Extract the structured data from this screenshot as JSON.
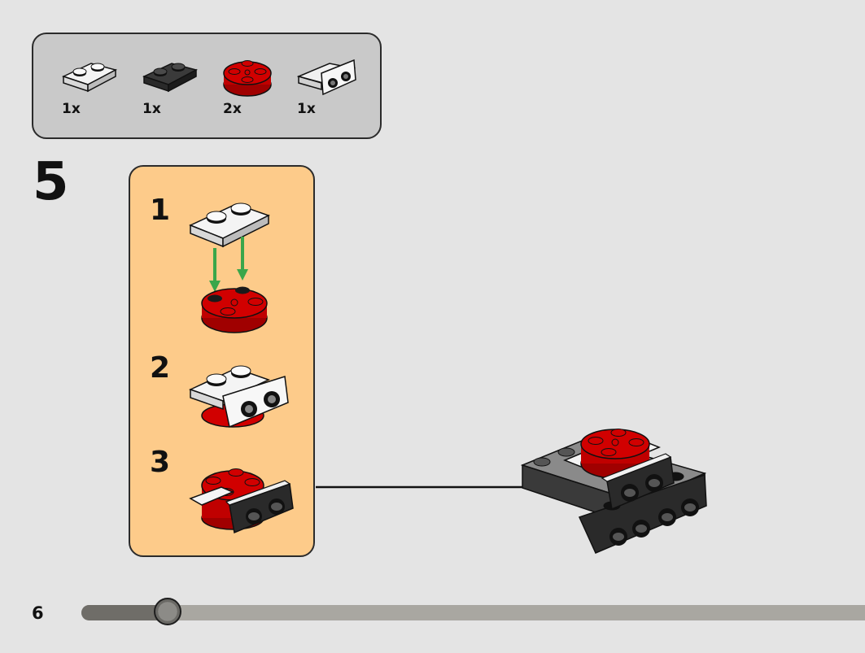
{
  "parts_list": [
    {
      "icon": "white-plate-1x2-icon",
      "qty": "1x"
    },
    {
      "icon": "black-plate-1x2-icon",
      "qty": "1x"
    },
    {
      "icon": "red-round-plate-2x2-icon",
      "qty": "2x"
    },
    {
      "icon": "white-bracket-plate-icon",
      "qty": "1x"
    }
  ],
  "step": {
    "number": "5"
  },
  "substeps": [
    {
      "number": "1"
    },
    {
      "number": "2"
    },
    {
      "number": "3"
    }
  ],
  "page": {
    "number": "6"
  },
  "progress": {
    "fraction": 0.11
  },
  "colors": {
    "page_bg": "#e4e4e4",
    "parts_box_bg": "#c9c9c9",
    "substep_panel_bg": "#fdcb8a",
    "brick_red": "#d10000",
    "brick_black": "#2a2a2a",
    "brick_white": "#f4f4f4",
    "guide_arrow": "#3aa64a"
  }
}
